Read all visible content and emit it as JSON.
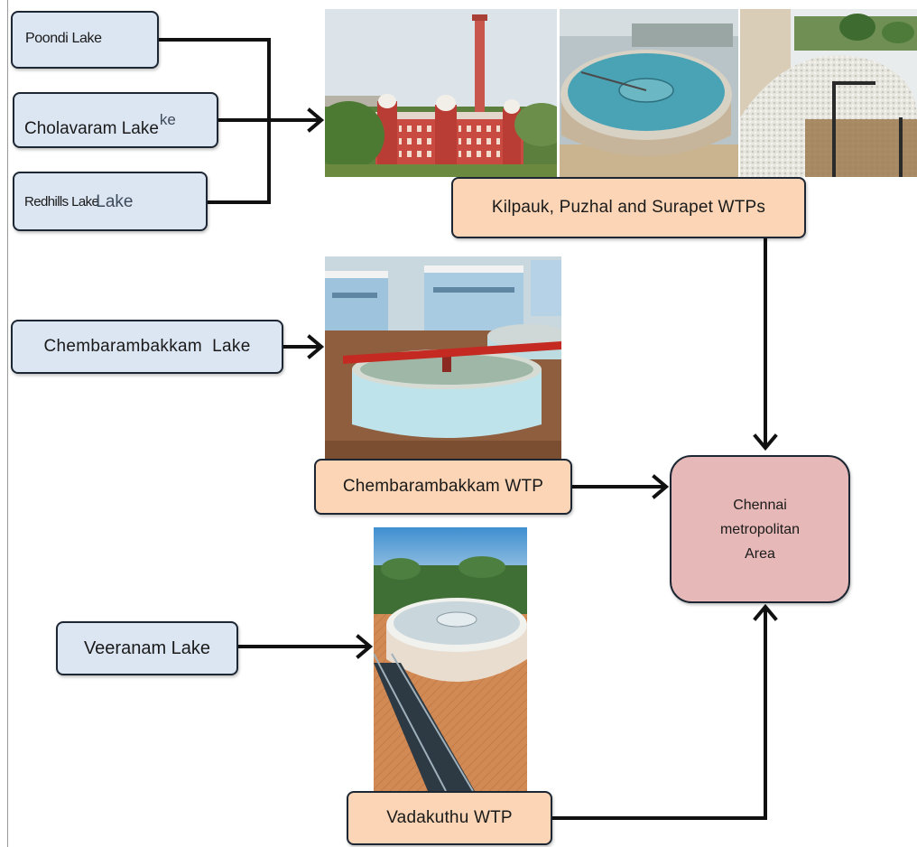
{
  "diagram": {
    "sources": {
      "poondi": "Poondi Lake",
      "cholavaram": "Cholavaram Lake",
      "cholavaram_overlap": "ke",
      "redhills": "Redhills Lake",
      "redhills_overlap": "Lake",
      "chembarambakkam": "Chembarambakkam  Lake",
      "veeranam": "Veeranam Lake"
    },
    "treatment_plants": {
      "kilpauk_puzhal_surapet": "Kilpauk, Puzhal and Surapet WTPs",
      "chembarambakkam": "Chembarambakkam WTP",
      "vadakuthu": "Vadakuthu WTP"
    },
    "destination": {
      "lines": [
        "Chennai",
        "metropolitan",
        "Area"
      ]
    }
  },
  "colors": {
    "source_fill": "#dce6f2",
    "plant_fill": "#fbd5b5",
    "destination_fill": "#e6b8b7",
    "outline": "#1d2733",
    "arrow": "#111111"
  }
}
